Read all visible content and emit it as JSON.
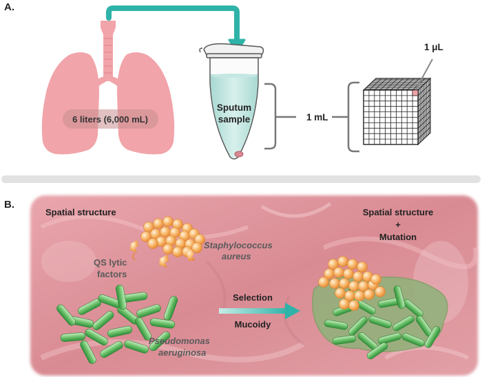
{
  "panel_a": {
    "label": "A.",
    "lungs_volume": "6 liters (6,000 mL)",
    "tube_label_line1": "Sputum",
    "tube_label_line2": "sample",
    "sample_volume": "1 mL",
    "cube_cell_volume": "1 μL"
  },
  "panel_b": {
    "label": "B.",
    "left_heading": "Spatial structure",
    "right_heading_line1": "Spatial structure",
    "right_heading_line2": "+",
    "right_heading_line3": "Mutation",
    "staph_line1": "Staphylococcus",
    "staph_line2": "aureus",
    "qs_line1": "QS lytic",
    "qs_line2": "factors",
    "arrow_top_label": "Selection",
    "arrow_bottom_label": "Mucoidy",
    "pseudo_line1": "Pseudomonas",
    "pseudo_line2": "aeruginosa"
  },
  "colors": {
    "arrow_teal": "#2fb3a8",
    "lung_pink": "#f1a4a9",
    "tissue_pink": "#d8868f",
    "staph_orange": "#f5a84e",
    "pseudo_green": "#5fb65f",
    "biofilm_green": "#8fb279"
  }
}
